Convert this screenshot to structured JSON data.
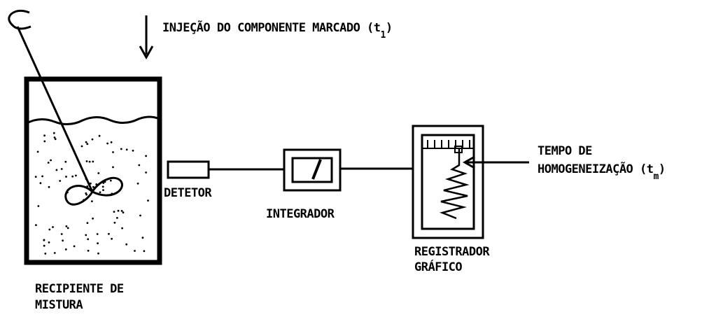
{
  "labels": {
    "injection_main": "INJEÇÃO DO COMPONENTE MARCADO (t",
    "injection_sub": "1",
    "injection_close": ")",
    "detector": "DETETOR",
    "integrator": "INTEGRADOR",
    "recorder_line1": "REGISTRADOR",
    "recorder_line2": "GRÁFICO",
    "vessel_line1": "RECIPIENTE DE",
    "vessel_line2": "MISTURA",
    "homog_line1": "TEMPO DE",
    "homog_main": "HOMOGENEIZAÇÃO (t",
    "homog_sub": "m",
    "homog_close": ")"
  },
  "colors": {
    "ink": "#000000",
    "background": "#ffffff"
  }
}
